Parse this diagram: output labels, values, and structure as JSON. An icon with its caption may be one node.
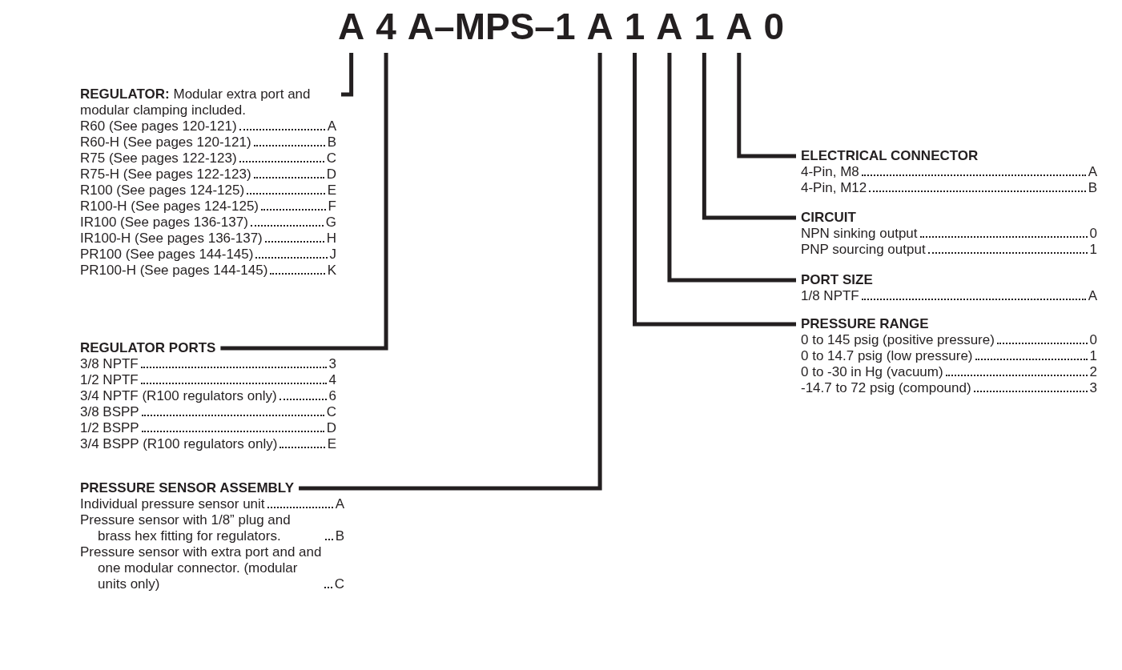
{
  "diagram": {
    "nodes": [
      {
        "text": [
          "A"
        ]
      },
      {
        "text": [
          "4"
        ]
      },
      {
        "text": [
          "A–MPS–1"
        ]
      },
      {
        "text": [
          "A"
        ]
      },
      {
        "text": [
          "1"
        ]
      },
      {
        "text": [
          "A"
        ]
      },
      {
        "text": [
          "1"
        ]
      },
      {
        "text": [
          "A"
        ]
      },
      {
        "text": [
          "0"
        ]
      },
      {
        "text": [
          "**REGULATOR:** Modular extra port and modular clamping included.",
          "R60 (See pages 120-121)",
          "A",
          "R60-H (See pages 120-121)",
          "B",
          "R75 (See pages 122-123)",
          "C",
          "R75-H (See pages 122-123)",
          "D",
          "R100 (See pages 124-125)",
          "E",
          "R100-H (See pages 124-125)",
          "F",
          "IR100 (See pages 136-137)",
          "G",
          "IR100-H (See pages 136-137)",
          "H",
          "PR100 (See pages 144-145)",
          "J",
          "PR100-H (See pages 144-145)",
          "K"
        ]
      },
      {
        "text": [
          "REGULATOR PORTS",
          "3/8 NPTF",
          "3",
          "1/2 NPTF",
          "4",
          "3/4 NPTF (R100 regulators only)",
          "6",
          "3/8 BSPP",
          "C",
          "1/2 BSPP",
          "D",
          "3/4 BSPP (R100 regulators only)",
          "E"
        ]
      },
      {
        "text": [
          "PRESSURE SENSOR ASSEMBLY",
          "Individual pressure sensor unit",
          "A",
          "Pressure sensor with 1/8” plug and brass hex fitting for regulators.",
          "B",
          "Pressure sensor with extra port and and one modular connector. (modular units only)",
          "C"
        ]
      },
      {
        "text": [
          "ELECTRICAL CONNECTOR",
          "4-Pin, M8",
          "A",
          "4-Pin, M12",
          "B"
        ]
      },
      {
        "text": [
          "CIRCUIT",
          "NPN sinking output",
          "0",
          "PNP sourcing output",
          "1"
        ]
      },
      {
        "text": [
          "PORT SIZE",
          "1/8 NPTF",
          "A"
        ]
      },
      {
        "text": [
          "PRESSURE RANGE",
          "0 to 145 psig (positive pressure)",
          "0",
          "0 to 14.7 psig (low pressure)",
          "1",
          "0 to -30 in Hg (vacuum)",
          "2",
          "-14.7 to 72 psig (compound)",
          "3"
        ]
      }
    ],
    "edges": [
      {
        "from": 0,
        "to": 9,
        "arrow": "none"
      },
      {
        "from": 1,
        "to": 10,
        "arrow": "none"
      },
      {
        "from": 3,
        "to": 11,
        "arrow": "none"
      },
      {
        "from": 4,
        "to": 15,
        "arrow": "none"
      },
      {
        "from": 5,
        "to": 14,
        "arrow": "none"
      },
      {
        "from": 6,
        "to": 13,
        "arrow": "none"
      },
      {
        "from": 7,
        "to": 12,
        "arrow": "none"
      }
    ]
  }
}
